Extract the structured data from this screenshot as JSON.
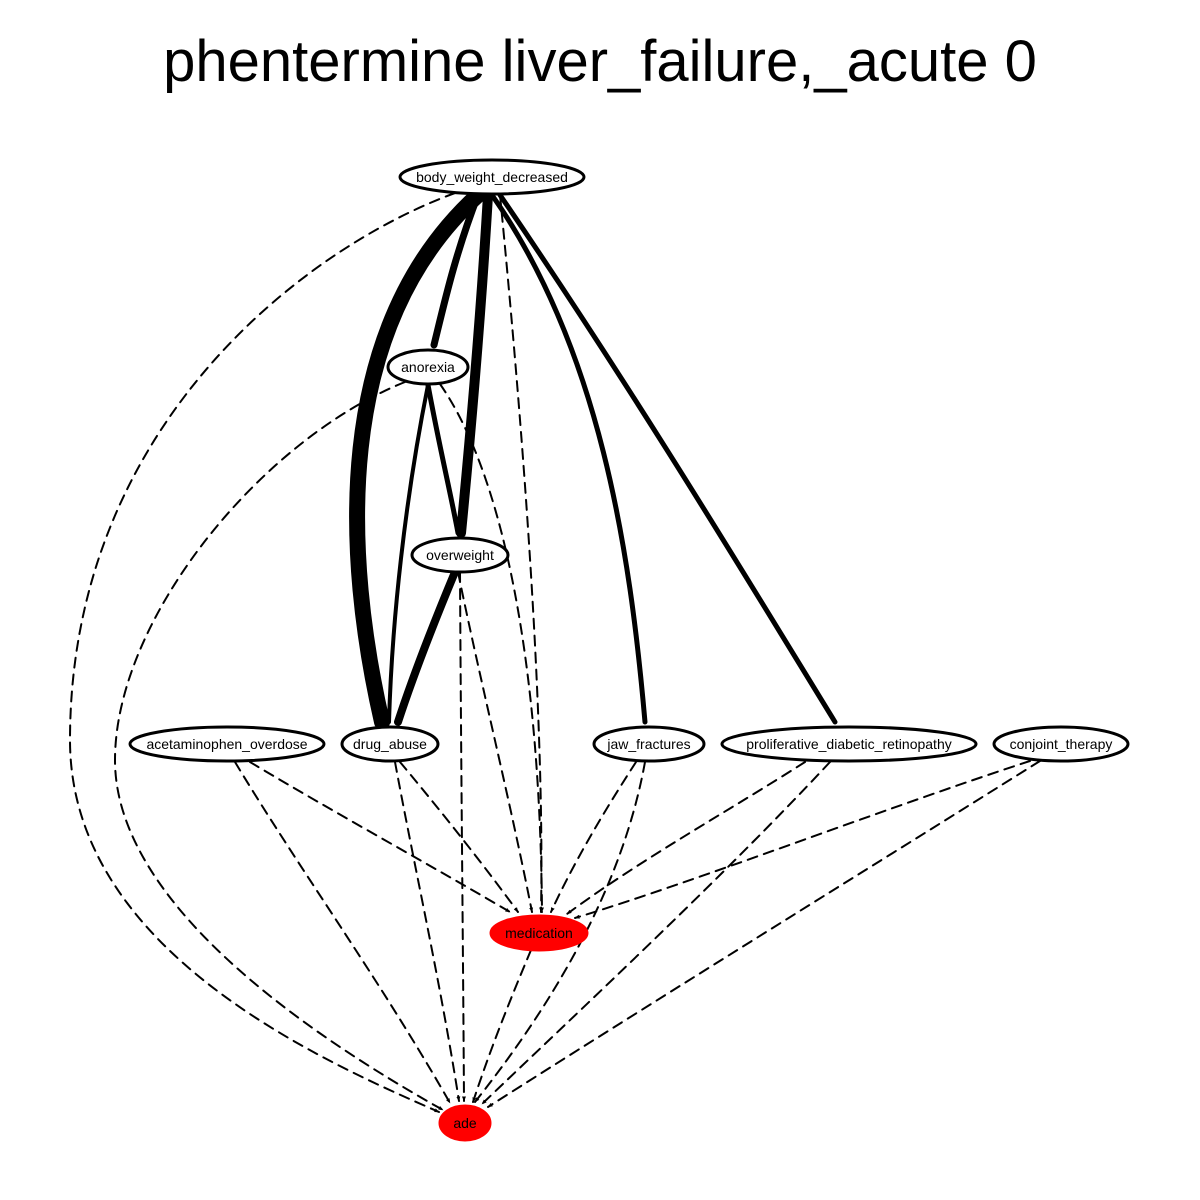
{
  "title": "phentermine liver_failure,_acute 0",
  "nodes": [
    {
      "id": "body_weight_decreased",
      "label": "body_weight_decreased",
      "fill": "#ffffff"
    },
    {
      "id": "anorexia",
      "label": "anorexia",
      "fill": "#ffffff"
    },
    {
      "id": "overweight",
      "label": "overweight",
      "fill": "#ffffff"
    },
    {
      "id": "acetaminophen_overdose",
      "label": "acetaminophen_overdose",
      "fill": "#ffffff"
    },
    {
      "id": "drug_abuse",
      "label": "drug_abuse",
      "fill": "#ffffff"
    },
    {
      "id": "jaw_fractures",
      "label": "jaw_fractures",
      "fill": "#ffffff"
    },
    {
      "id": "proliferative_diabetic_retinopathy",
      "label": "proliferative_diabetic_retinopathy",
      "fill": "#ffffff"
    },
    {
      "id": "conjoint_therapy",
      "label": "conjoint_therapy",
      "fill": "#ffffff"
    },
    {
      "id": "medication",
      "label": "medication",
      "fill": "#ff0000"
    },
    {
      "id": "ade",
      "label": "ade",
      "fill": "#ff0000"
    }
  ],
  "edges": [
    {
      "from": "body_weight_decreased",
      "to": "drug_abuse",
      "style": "solid",
      "weight": 16
    },
    {
      "from": "body_weight_decreased",
      "to": "anorexia",
      "style": "solid",
      "weight": 7
    },
    {
      "from": "body_weight_decreased",
      "to": "overweight",
      "style": "solid",
      "weight": 10
    },
    {
      "from": "body_weight_decreased",
      "to": "jaw_fractures",
      "style": "solid",
      "weight": 5
    },
    {
      "from": "body_weight_decreased",
      "to": "proliferative_diabetic_retinopathy",
      "style": "solid",
      "weight": 5
    },
    {
      "from": "body_weight_decreased",
      "to": "medication",
      "style": "dashed",
      "weight": 2
    },
    {
      "from": "body_weight_decreased",
      "to": "ade",
      "style": "dashed",
      "weight": 2
    },
    {
      "from": "anorexia",
      "to": "overweight",
      "style": "solid",
      "weight": 5
    },
    {
      "from": "anorexia",
      "to": "drug_abuse",
      "style": "solid",
      "weight": 4
    },
    {
      "from": "anorexia",
      "to": "medication",
      "style": "dashed",
      "weight": 2
    },
    {
      "from": "anorexia",
      "to": "ade",
      "style": "dashed",
      "weight": 2
    },
    {
      "from": "overweight",
      "to": "drug_abuse",
      "style": "solid",
      "weight": 8
    },
    {
      "from": "overweight",
      "to": "medication",
      "style": "dashed",
      "weight": 2
    },
    {
      "from": "overweight",
      "to": "ade",
      "style": "dashed",
      "weight": 2
    },
    {
      "from": "acetaminophen_overdose",
      "to": "medication",
      "style": "dashed",
      "weight": 2
    },
    {
      "from": "acetaminophen_overdose",
      "to": "ade",
      "style": "dashed",
      "weight": 2
    },
    {
      "from": "drug_abuse",
      "to": "medication",
      "style": "dashed",
      "weight": 2
    },
    {
      "from": "drug_abuse",
      "to": "ade",
      "style": "dashed",
      "weight": 2
    },
    {
      "from": "jaw_fractures",
      "to": "medication",
      "style": "dashed",
      "weight": 2
    },
    {
      "from": "jaw_fractures",
      "to": "ade",
      "style": "dashed",
      "weight": 2
    },
    {
      "from": "proliferative_diabetic_retinopathy",
      "to": "medication",
      "style": "dashed",
      "weight": 2
    },
    {
      "from": "proliferative_diabetic_retinopathy",
      "to": "ade",
      "style": "dashed",
      "weight": 2
    },
    {
      "from": "conjoint_therapy",
      "to": "medication",
      "style": "dashed",
      "weight": 2
    },
    {
      "from": "conjoint_therapy",
      "to": "ade",
      "style": "dashed",
      "weight": 2
    },
    {
      "from": "medication",
      "to": "ade",
      "style": "dashed",
      "weight": 2
    }
  ]
}
